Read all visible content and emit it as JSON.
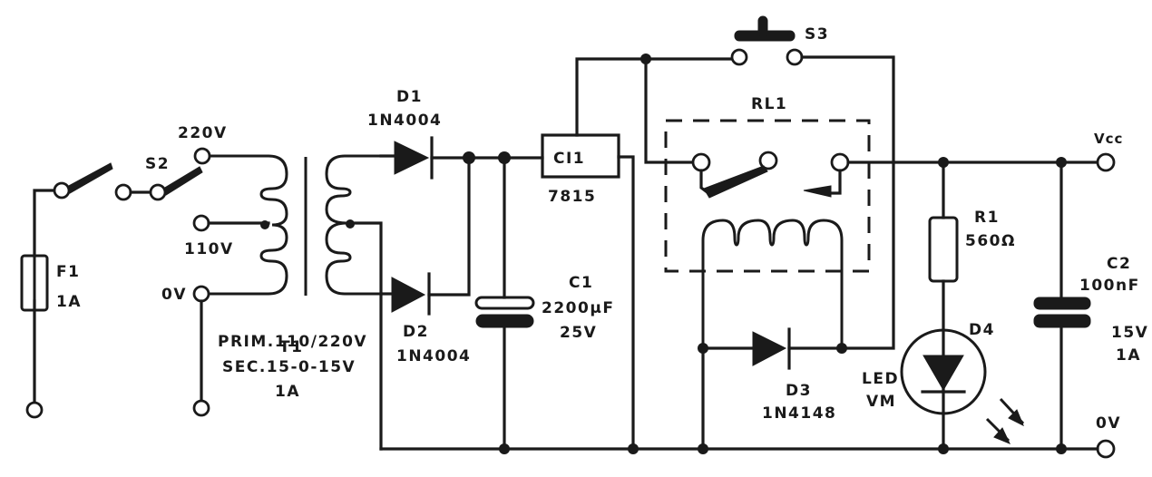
{
  "diagram": {
    "type": "electronic-schematic",
    "description": "15V 1A regulated power supply with relay-latched output"
  },
  "components": {
    "f1": {
      "ref": "F1",
      "value": "1A"
    },
    "s2": {
      "ref": "S2"
    },
    "taps": {
      "v220": "220V",
      "v110": "110V",
      "v0": "0V"
    },
    "t1": {
      "ref": "T1",
      "prim": "PRIM.110/220V",
      "sec": "SEC.15-0-15V",
      "current": "1A"
    },
    "d1": {
      "ref": "D1",
      "value": "1N4004"
    },
    "d2": {
      "ref": "D2",
      "value": "1N4004"
    },
    "c1": {
      "ref": "C1",
      "value": "2200µF",
      "voltage": "25V"
    },
    "ci1": {
      "ref": "CI1",
      "value": "7815"
    },
    "s3": {
      "ref": "S3"
    },
    "rl1": {
      "ref": "RL1"
    },
    "d3": {
      "ref": "D3",
      "value": "1N4148"
    },
    "r1": {
      "ref": "R1",
      "value": "560Ω"
    },
    "d4": {
      "ref": "D4",
      "type_line1": "LED",
      "type_line2": "VM"
    },
    "c2": {
      "ref": "C2",
      "value": "100nF"
    },
    "output": {
      "voltage": "15V",
      "current": "1A",
      "vcc": "Vcc",
      "gnd": "0V"
    }
  }
}
